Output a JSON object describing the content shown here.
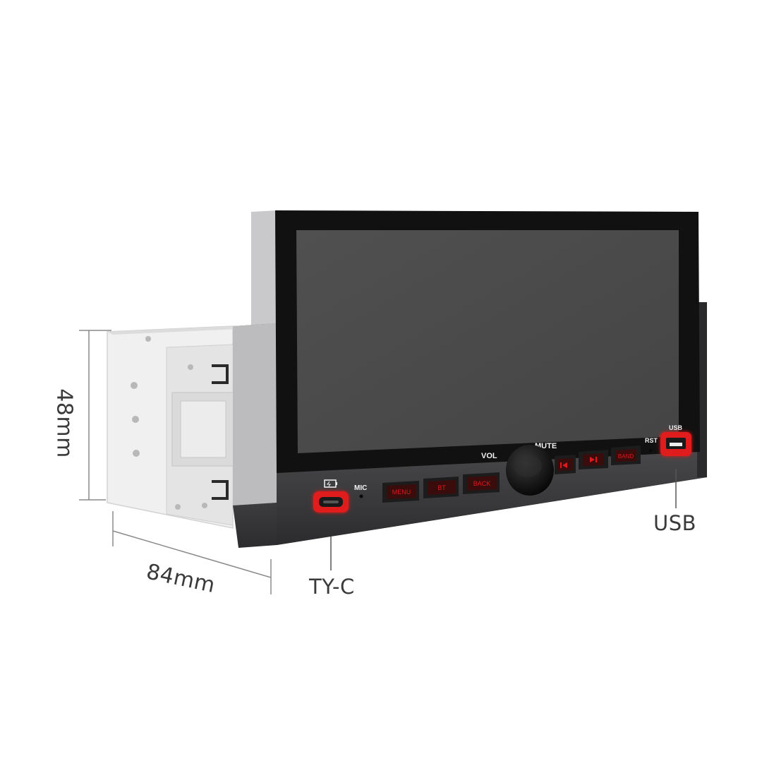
{
  "dimensions": {
    "height_label": "48mm",
    "depth_label": "84mm"
  },
  "callouts": {
    "typec": "TY-C",
    "usb": "USB"
  },
  "panel": {
    "labels": {
      "mic": "MIC",
      "vol": "VOL",
      "mute": "MUTE",
      "rst": "RST",
      "usb_port": "USB"
    },
    "buttons": [
      {
        "name": "menu-button",
        "label": "MENU"
      },
      {
        "name": "bt-button",
        "label": "BT"
      },
      {
        "name": "back-button",
        "label": "BACK"
      },
      {
        "name": "prev-button",
        "icon": "prev-track-icon"
      },
      {
        "name": "next-button",
        "icon": "next-track-icon"
      },
      {
        "name": "band-button",
        "label": "BAND"
      }
    ],
    "icons": {
      "charge": "battery-charge-icon",
      "knob": "volume-knob-icon"
    }
  },
  "colors": {
    "button_glow": "#e01a1a",
    "screen": "#4a4a4a",
    "bezel": "#111111",
    "housing": "#3c3c3e",
    "chassis": "#e8e8e8"
  }
}
